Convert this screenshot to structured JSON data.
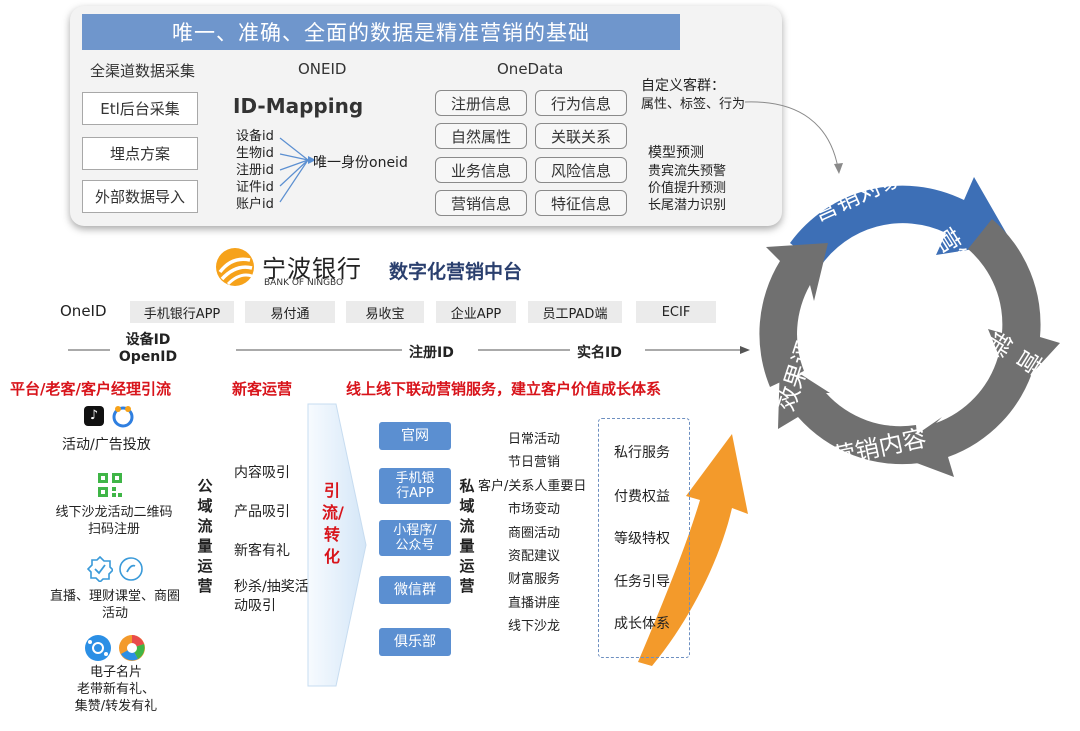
{
  "top": {
    "banner": "唯一、准确、全面的数据是精准营销的基础",
    "col1_title": "全渠道数据采集",
    "col2_title": "ONEID",
    "col3_title": "OneData",
    "collect_boxes": [
      "Etl后台采集",
      "埋点方案",
      "外部数据导入"
    ],
    "idmapping_title": "ID-Mapping",
    "id_list": [
      "设备id",
      "生物id",
      "注册id",
      "证件id",
      "账户id"
    ],
    "unique_id": "唯一身份oneid",
    "onedata_tags": [
      "注册信息",
      "行为信息",
      "自然属性",
      "关联关系",
      "业务信息",
      "风险信息",
      "营销信息",
      "特征信息"
    ],
    "custom_group_title": "自定义客群：",
    "custom_group_desc": "属性、标签、行为",
    "model_title": "模型预测",
    "model_items": [
      "贵宾流失预警",
      "价值提升预测",
      "长尾潜力识别"
    ]
  },
  "brand": {
    "name_cn": "宁波银行",
    "name_en": "BANK OF NINGBO",
    "platform": "数字化营销中台"
  },
  "channels": {
    "label": "OneID",
    "items": [
      "手机银行APP",
      "易付通",
      "易收宝",
      "企业APP",
      "员工PAD端",
      "ECIF"
    ]
  },
  "idflow": {
    "device_line1": "设备ID",
    "device_line2": "OpenID",
    "register": "注册ID",
    "realname": "实名ID"
  },
  "headings": {
    "left": "平台/老客/客户经理引流",
    "new_customer": "新客运营",
    "right": "线上线下联动营销服务，建立客户价值成长体系"
  },
  "left_column": {
    "item1": "活动/广告投放",
    "item2": "线下沙龙活动二维码扫码注册",
    "item3": "直播、理财课堂、商圈活动",
    "item4_line1": "电子名片",
    "item4_line2": "老带新有礼、",
    "item4_line3": "集赞/转发有礼"
  },
  "public_ops": {
    "items": [
      "内容吸引",
      "产品吸引",
      "新客有礼",
      "秒杀/抽奖活动吸引"
    ],
    "vertical_label": "公域流量运营"
  },
  "convert": {
    "label": "引流/转化"
  },
  "private_ops": {
    "buttons": [
      "官网",
      "手机银行APP",
      "小程序/公众号",
      "微信群",
      "俱乐部"
    ],
    "vertical_label": "私域流量运营",
    "activities": [
      "日常活动",
      "节日营销",
      "客户/关系人重要日",
      "市场变动",
      "商圈活动",
      "资配建议",
      "财富服务",
      "直播讲座",
      "线下沙龙"
    ]
  },
  "value_system": {
    "items": [
      "私行服务",
      "付费权益",
      "等级特权",
      "任务引导",
      "成长体系"
    ]
  },
  "cycle": {
    "segments": [
      "营销对象",
      "营销决策",
      "营销触达",
      "营销内容",
      "效果评估"
    ]
  },
  "colors": {
    "banner_blue": "#6f96cc",
    "red": "#d8141b",
    "button_blue": "#5b8fd1",
    "cycle_blue": "#3d6fb6",
    "cycle_gray": "#707070",
    "arrow_orange": "#f39a2b"
  }
}
